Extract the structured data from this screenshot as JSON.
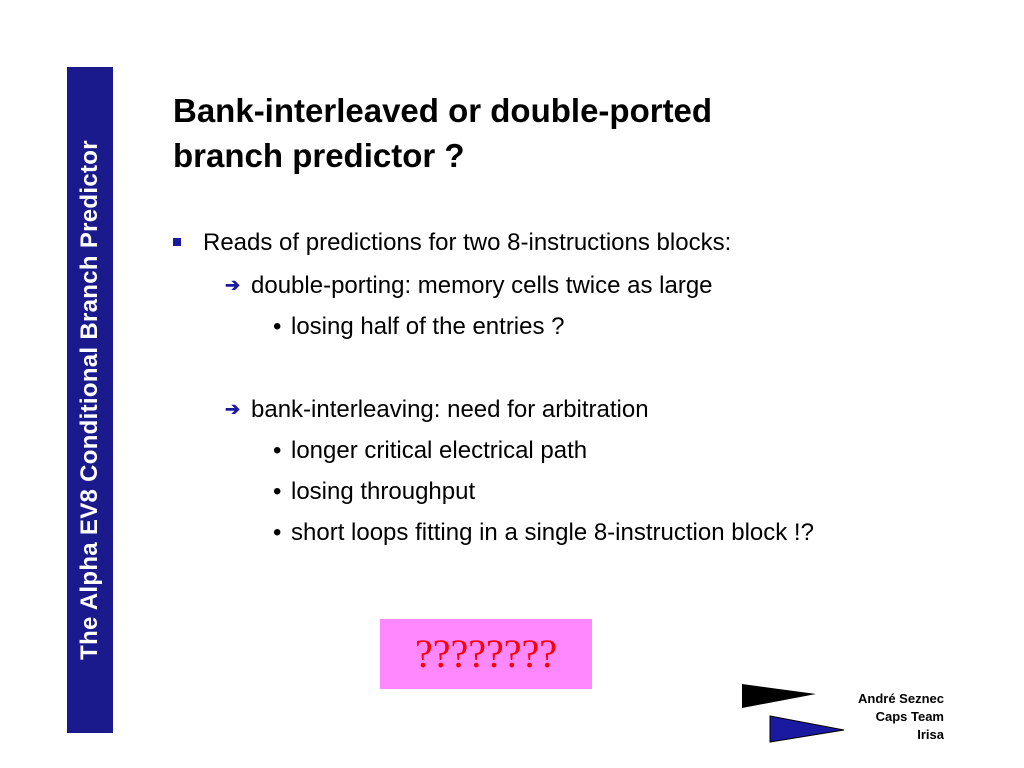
{
  "sidebar": {
    "title": "The  Alpha EV8 Conditional Branch Predictor",
    "color": "#1a1a8c"
  },
  "title": {
    "line1": "Bank-interleaved or double-ported",
    "line2": "branch predictor ?"
  },
  "bullets": [
    {
      "level": 1,
      "marker": "square",
      "text": "Reads of predictions for two 8-instructions blocks:"
    },
    {
      "level": 2,
      "marker": "arrow",
      "text": "double-porting:  memory cells twice as large"
    },
    {
      "level": 3,
      "marker": "dot",
      "text": "losing half of the entries ?"
    },
    {
      "level": 2,
      "marker": "arrow",
      "text": "bank-interleaving: need for arbitration"
    },
    {
      "level": 3,
      "marker": "dot",
      "text": "longer critical electrical path"
    },
    {
      "level": 3,
      "marker": "dot",
      "text": "losing throughput"
    },
    {
      "level": 3,
      "marker": "dot",
      "text": "short loops fitting in a single 8-instruction block !?"
    }
  ],
  "question_box": {
    "text": "????????",
    "background": "#ff88ff",
    "color": "#ff0000"
  },
  "footer": {
    "name": "André Seznec",
    "team": "Caps Team",
    "org": "Irisa"
  },
  "accent_color": "#1a1aa0"
}
